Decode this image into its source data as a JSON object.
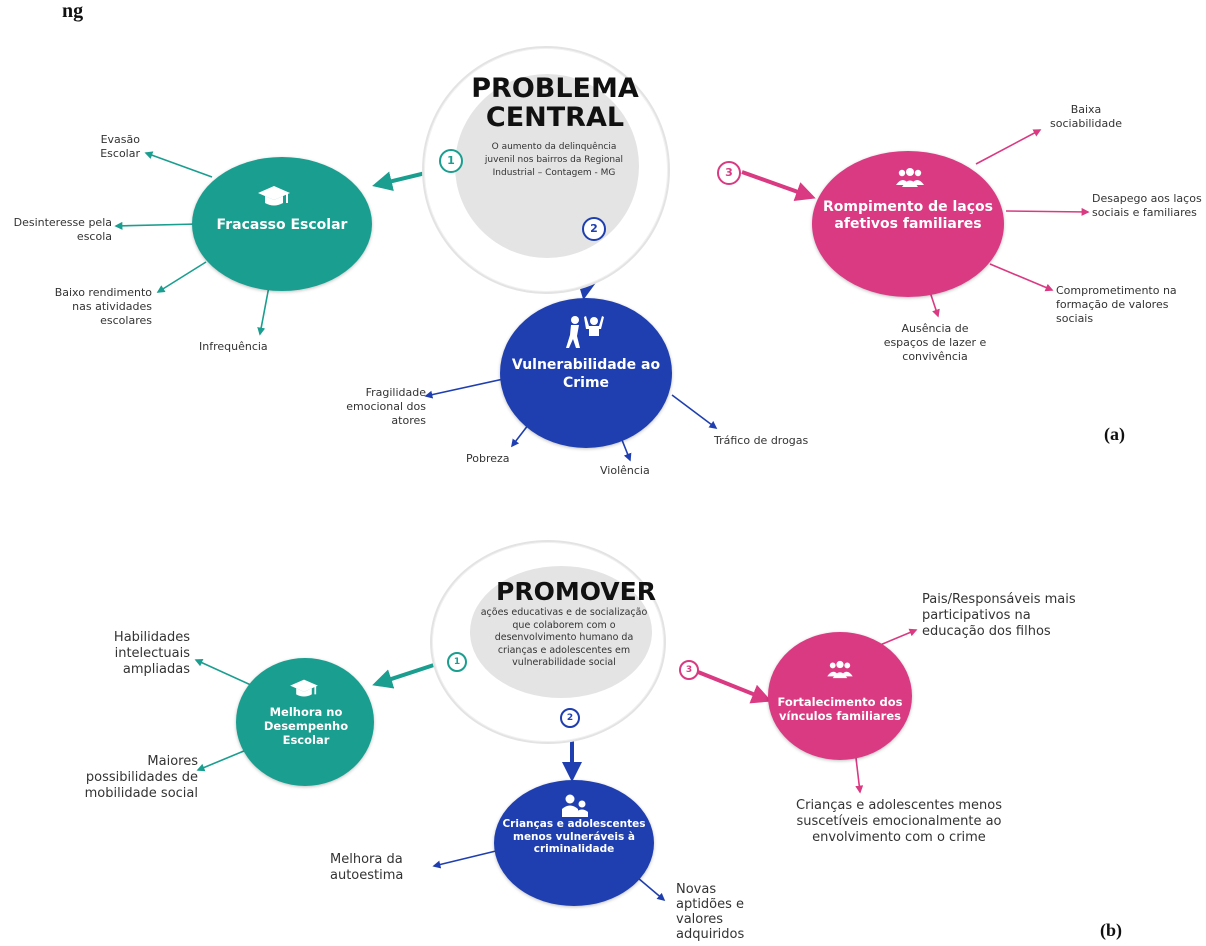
{
  "heading": "ng",
  "panel_a": {
    "label": "(a)",
    "center": {
      "title": "PROBLEMA CENTRAL",
      "text": "O aumento da delinquência juvenil nos bairros da Regional Industrial – Contagem - MG"
    },
    "badges": [
      "1",
      "2",
      "3"
    ],
    "nodes": {
      "school": {
        "label": "Fracasso Escolar",
        "icon": "graduation-cap-icon"
      },
      "crime": {
        "label": "Vulnerabilidade ao Crime",
        "icon": "arrest-icon"
      },
      "family": {
        "label": "Rompimento de laços afetivos familiares",
        "icon": "people-group-icon"
      }
    },
    "leaves": {
      "evasao": "Evasão Escolar",
      "desinteresse": "Desinteresse pela escola",
      "rendimento": "Baixo rendimento nas atividades escolares",
      "infrequencia": "Infrequência",
      "fragilidade": "Fragilidade emocional dos atores",
      "pobreza": "Pobreza",
      "violencia": "Violência",
      "trafico": "Tráfico de drogas",
      "sociabilidade": "Baixa sociabilidade",
      "desapego": "Desapego aos laços sociais e familiares",
      "comprometimento": "Comprometimento na formação de valores sociais",
      "ausencia": "Ausência de espaços de lazer e convivência"
    }
  },
  "panel_b": {
    "label": "(b)",
    "center": {
      "title": "PROMOVER",
      "text": "ações educativas e de socialização que colaborem com o desenvolvimento humano da crianças e adolescentes em vulnerabilidade social"
    },
    "badges": [
      "1",
      "2",
      "3"
    ],
    "nodes": {
      "school": {
        "label": "Melhora no Desempenho Escolar",
        "icon": "graduation-cap-icon"
      },
      "children": {
        "label": "Crianças e adolescentes menos vulneráveis à criminalidade",
        "icon": "parent-child-icon"
      },
      "family": {
        "label": "Fortalecimento dos vínculos familiares",
        "icon": "people-group-icon"
      }
    },
    "leaves": {
      "habilidades": "Habilidades intelectuais ampliadas",
      "mobilidade": "Maiores possibilidades de mobilidade social",
      "autoestima": "Melhora da autoestima",
      "aptidoes": "Novas aptidões e valores adquiridos",
      "pais": "Pais/Responsáveis mais participativos na educação dos filhos",
      "suscetiveis": "Crianças e adolescentes menos suscetíveis emocionalmente ao envolvimento com o crime"
    }
  },
  "colors": {
    "teal": "#1a9e8f",
    "blue": "#1f3fb0",
    "magenta": "#d93a82",
    "disc": "#e4e4e4",
    "text": "#333333"
  }
}
